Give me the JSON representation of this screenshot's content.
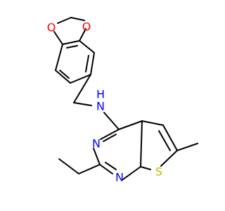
{
  "colors": {
    "background": "#ffffff",
    "bond": "#000000",
    "oxygen": "#ff0000",
    "nitrogen": "#0000ff",
    "sulfur": "#c8b400"
  },
  "atoms": {
    "o1": "O",
    "o2": "O",
    "n_amine": "N",
    "h_amine": "H",
    "n_ring_left": "N",
    "n_ring_bottom": "N",
    "s_ring": "S"
  }
}
